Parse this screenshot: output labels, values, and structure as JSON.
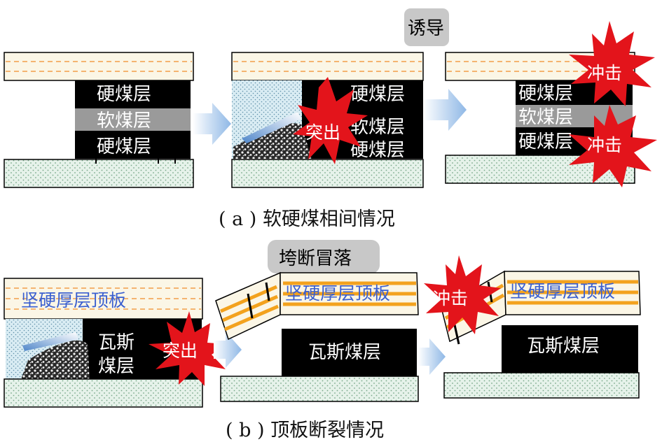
{
  "labels": {
    "hard_coal": "硬煤层",
    "soft_coal": "软煤层",
    "outburst": "突出",
    "impact": "冲击",
    "induce": "诱导",
    "hard_roof": "坚硬厚层顶板",
    "gas_coal": "瓦斯煤层",
    "gas_coal_line1": "瓦斯",
    "gas_coal_line2": "煤层",
    "collapse": "垮断冒落"
  },
  "captions": {
    "a_mark": "( a )",
    "a_text": "软硬煤相间情况",
    "b_mark": "( b )",
    "b_text": "顶板断裂情况"
  },
  "colors": {
    "roof_fill": "#fbf6e6",
    "roof_dash": "#f08c2a",
    "floor_fill": "#e6f2ea",
    "floor_dot": "#7aa98a",
    "coal": "#000000",
    "soft_coal": "#9a9a9a",
    "burst": "#e3141b",
    "arrow": "#8fb8e6",
    "roof_text": "#3a5fd0",
    "stripe": "#f3a21e",
    "gray_label": "#c8c8c8"
  }
}
